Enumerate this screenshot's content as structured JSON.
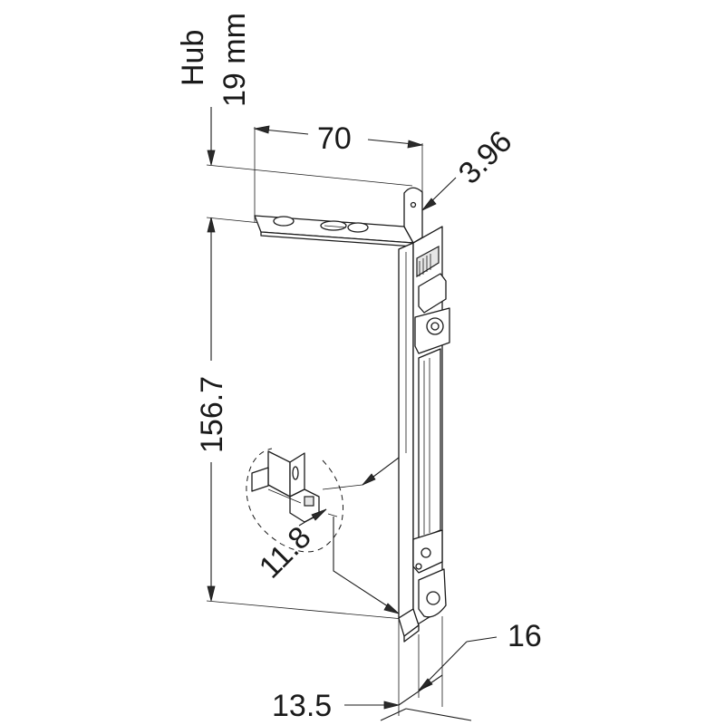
{
  "labels": {
    "hub_title": "Hub",
    "hub_value": "19 mm",
    "width_top": "70",
    "thickness": "3.96",
    "height": "156.7",
    "detail_dim": "11.8",
    "width_bottom_right": "16",
    "width_bottom_left": "13.5"
  },
  "colors": {
    "line": "#1a1a1a",
    "background": "#ffffff"
  }
}
